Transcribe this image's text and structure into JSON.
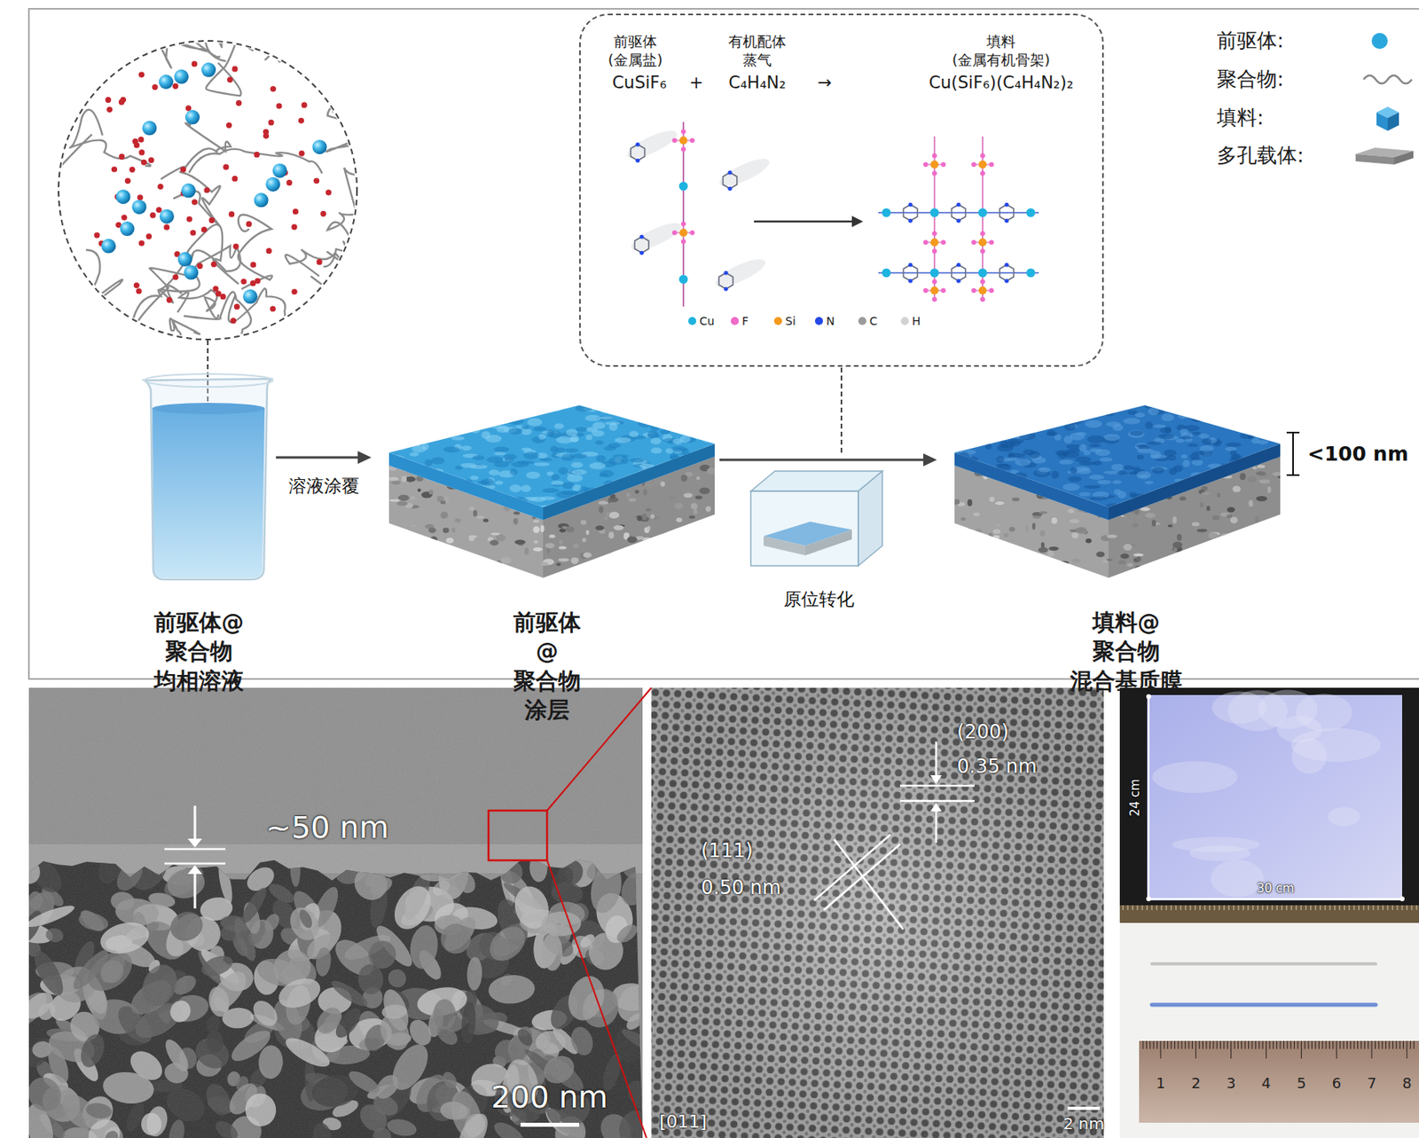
{
  "diagram": {
    "nodes": [
      {
        "text": [
          "前驱体 (金属盐)",
          "有机配体 蒸气",
          "填料 (金属有机骨架)",
          "CuSiF₆",
          "+",
          "C₄H₄N₂",
          "→",
          "Cu(SiF₆)(C₄H₄N₂)₂"
        ]
      },
      {
        "text": [
          "前驱体@聚合物 均相溶液"
        ]
      },
      {
        "text": [
          "前驱体@聚合物 涂层"
        ]
      },
      {
        "text": [
          "填料@聚合物 混合基质膜"
        ]
      }
    ],
    "edges": [
      {
        "from": 1,
        "to": 2,
        "label": "溶液涂覆",
        "arrow": "to"
      },
      {
        "from": 2,
        "to": 3,
        "arrow": "to"
      }
    ],
    "labels": [
      "<100 nm",
      "原位转化",
      "~50 nm",
      "200 nm",
      "(200)",
      "0.35 nm",
      "(111)",
      "0.50 nm",
      "[011]",
      "2 nm",
      "24 cm",
      "30 cm",
      "1",
      "2",
      "3",
      "4",
      "5",
      "6",
      "7",
      "8"
    ],
    "legend": [
      {
        "text": "前驱体:",
        "color": "#2aa7dc"
      },
      {
        "text": "聚合物:"
      },
      {
        "text": "填料:"
      },
      {
        "text": "多孔载体:"
      },
      {
        "text": "Cu",
        "color": "#1fb3e0"
      },
      {
        "text": "F",
        "color": "#f06ac8"
      },
      {
        "text": "Si",
        "color": "#f39a1e"
      },
      {
        "text": "N",
        "color": "#2448e8"
      },
      {
        "text": "C",
        "color": "#9a9a9a"
      },
      {
        "text": "H",
        "color": "#d2d2d2"
      }
    ]
  }
}
